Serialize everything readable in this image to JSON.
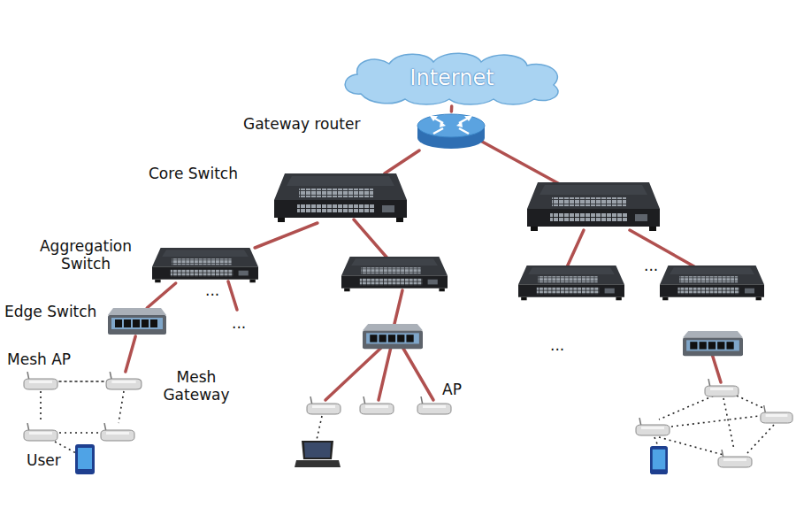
{
  "diagram": {
    "nodes": [
      {
        "text": [
          "Internet"
        ]
      },
      {
        "text": [
          "Gateway router"
        ]
      },
      {
        "text": [
          "Core Switch"
        ]
      },
      {
        "text": [
          "Aggregation Switch"
        ]
      },
      {
        "text": [
          "Edge Switch"
        ]
      },
      {
        "text": [
          "Mesh AP"
        ]
      },
      {
        "text": [
          "Mesh Gateway"
        ]
      },
      {
        "text": [
          "AP"
        ]
      },
      {
        "text": [
          "User"
        ]
      }
    ],
    "edges": [
      {
        "from": 0,
        "to": 1,
        "arrow": "none"
      },
      {
        "from": 1,
        "to": 2,
        "arrow": "none"
      },
      {
        "from": 2,
        "to": 3,
        "arrow": "none"
      },
      {
        "from": 3,
        "to": 4,
        "arrow": "none"
      },
      {
        "from": 4,
        "to": 6,
        "arrow": "none"
      },
      {
        "from": 5,
        "to": 6,
        "arrow": "none"
      }
    ],
    "labels": [
      "...",
      "...",
      "...",
      "..."
    ]
  }
}
